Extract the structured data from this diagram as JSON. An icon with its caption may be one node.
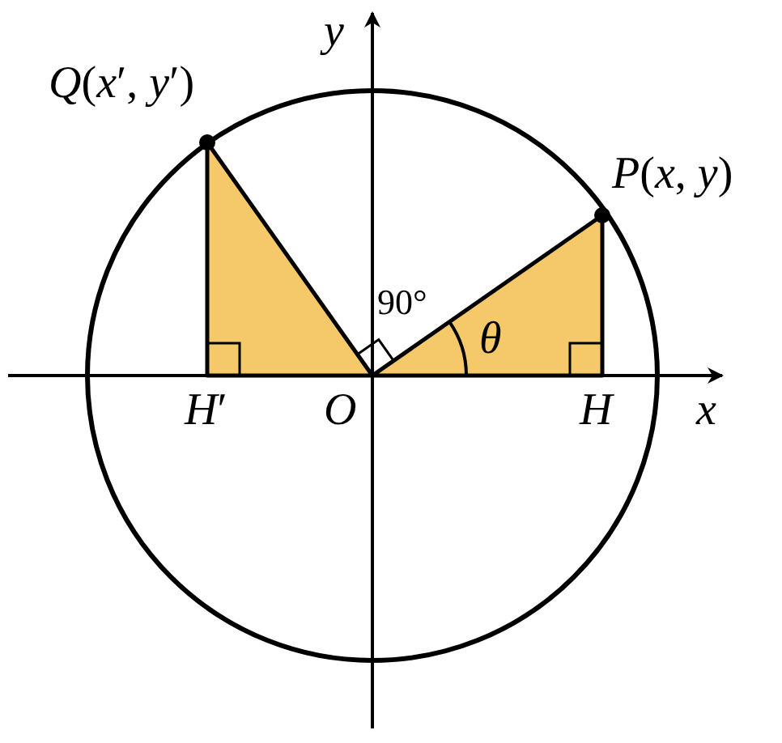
{
  "diagram": {
    "labels": [
      "*y*",
      "*Q*(*x*′, *y*′)",
      "*P*(*x*, *y*)",
      "90°",
      "θ",
      "*H*′",
      "*O*",
      "*H*",
      "*x*"
    ]
  }
}
